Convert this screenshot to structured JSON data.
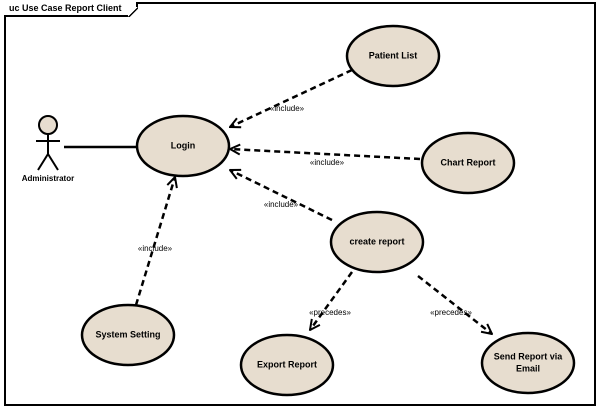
{
  "frame": {
    "title": "uc Use Case Report Client"
  },
  "colors": {
    "usecase_fill": "#e7ddcf",
    "usecase_stroke": "#000000",
    "line": "#000000"
  },
  "actor": {
    "name": "Administrator"
  },
  "usecases": {
    "login": "Login",
    "patient_list": "Patient List",
    "chart_report": "Chart Report",
    "create_report": "create report",
    "system_setting": "System Setting",
    "export_report": "Export Report",
    "send_report_line1": "Send Report via",
    "send_report_line2": "Email"
  },
  "relations": {
    "include": "«include»",
    "precedes": "«precedes»"
  }
}
